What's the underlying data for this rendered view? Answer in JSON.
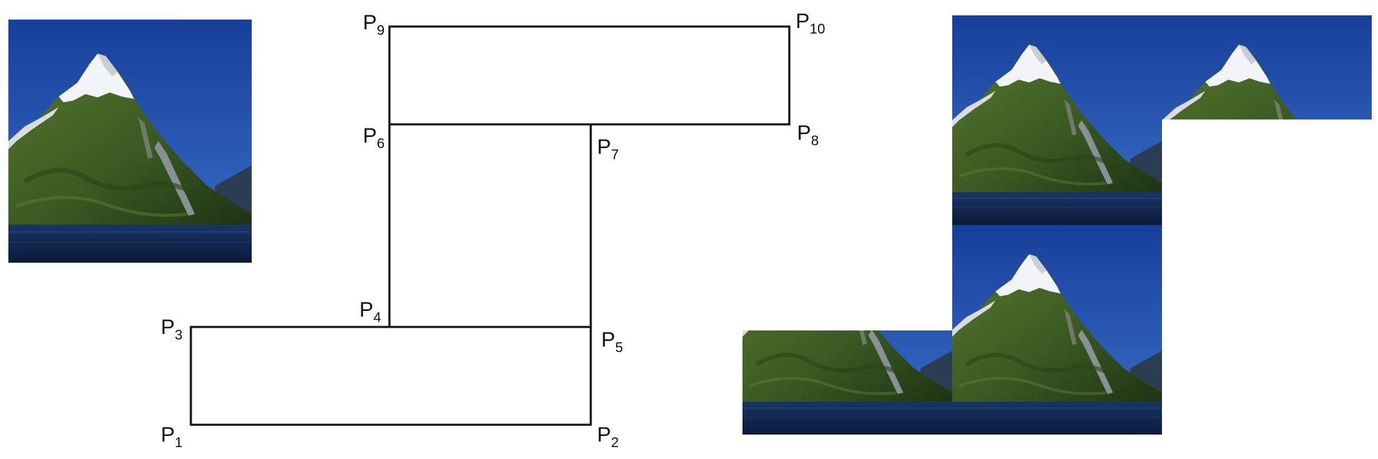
{
  "points": [
    {
      "base": "P",
      "sub": "1"
    },
    {
      "base": "P",
      "sub": "2"
    },
    {
      "base": "P",
      "sub": "3"
    },
    {
      "base": "P",
      "sub": "4"
    },
    {
      "base": "P",
      "sub": "5"
    },
    {
      "base": "P",
      "sub": "6"
    },
    {
      "base": "P",
      "sub": "7"
    },
    {
      "base": "P",
      "sub": "8"
    },
    {
      "base": "P",
      "sub": "9"
    },
    {
      "base": "P",
      "sub": "10"
    }
  ],
  "colors": {
    "sky_top": "#173f9a",
    "sky_bottom": "#3a6fc9",
    "snow": "#f2f4f7",
    "rock": "#8a9196",
    "forest_dark": "#1e3314",
    "forest": "#3a5a22",
    "forest_light": "#57762f",
    "water_top": "#1a3566",
    "water_bottom": "#0b1a3a",
    "outline": "#111111"
  },
  "icons": {
    "source_image": "mountain-lake-photo",
    "tile": "mountain-lake-tile"
  }
}
